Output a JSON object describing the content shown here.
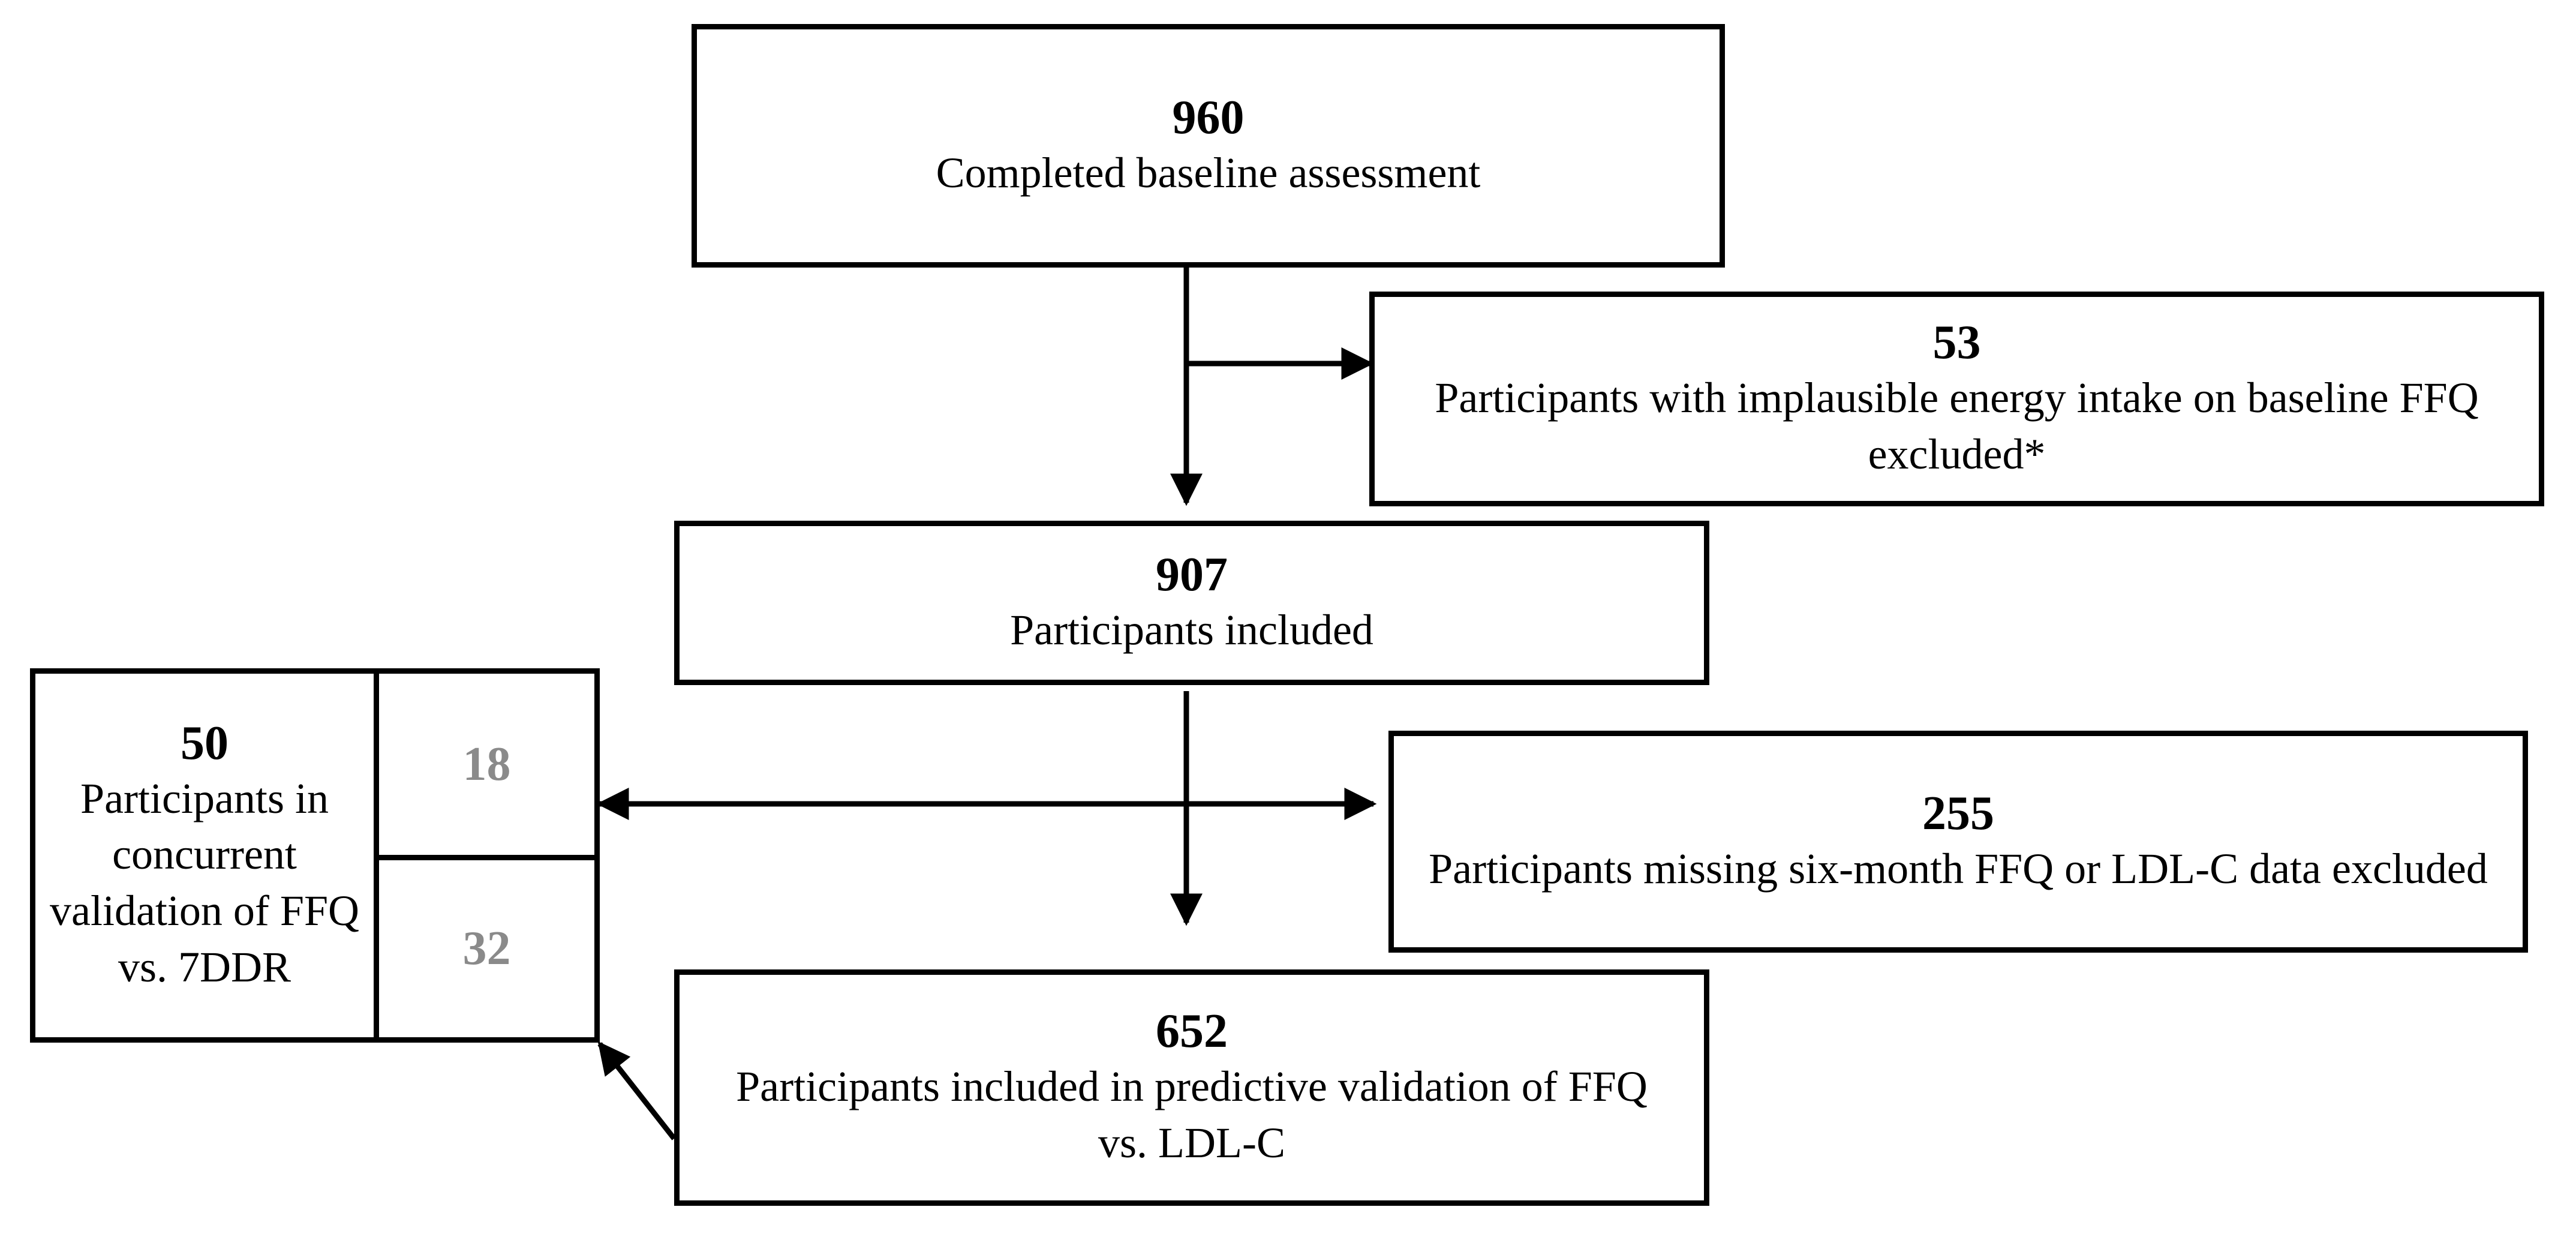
{
  "boxes": {
    "baseline": {
      "count": "960",
      "text": "Completed baseline assessment"
    },
    "excluded_energy": {
      "count": "53",
      "text": "Participants with implausible energy intake on baseline FFQ excluded*"
    },
    "included": {
      "count": "907",
      "text": "Participants included"
    },
    "excluded_missing": {
      "count": "255",
      "text": "Participants missing six-month FFQ or LDL-C data excluded"
    },
    "predictive": {
      "count": "652",
      "text": "Participants included in predictive validation of FFQ vs. LDL-C"
    },
    "concurrent": {
      "count": "50",
      "text": "Participants in concurrent validation of FFQ vs. 7DDR"
    }
  },
  "split": {
    "upper": "18",
    "lower": "32"
  }
}
